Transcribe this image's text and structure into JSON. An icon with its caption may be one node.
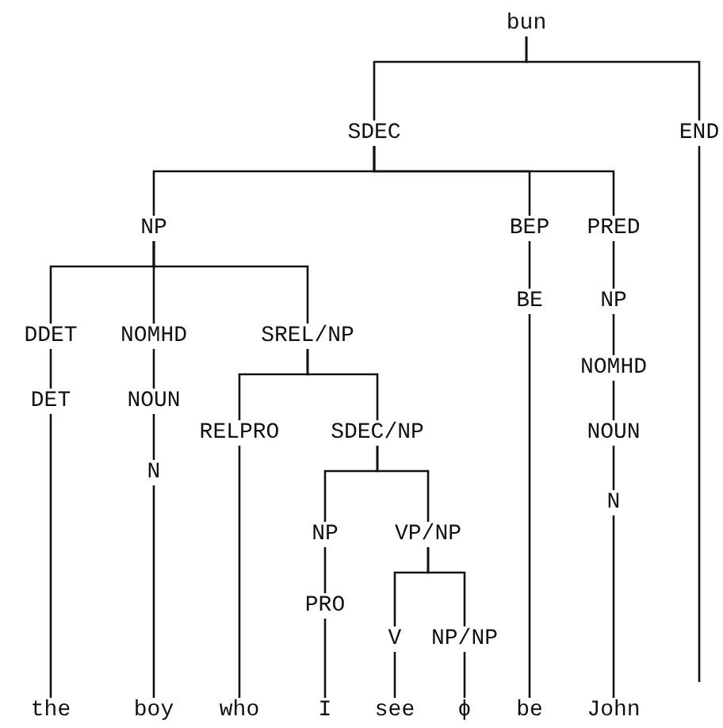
{
  "diagram": {
    "nodes": [
      {
        "text": [
          "bun"
        ]
      },
      {
        "text": [
          "SDEC"
        ]
      },
      {
        "text": [
          "END"
        ]
      },
      {
        "text": [
          "NP"
        ]
      },
      {
        "text": [
          "BEP"
        ]
      },
      {
        "text": [
          "PRED"
        ]
      },
      {
        "text": [
          "BE"
        ]
      },
      {
        "text": [
          "NP"
        ]
      },
      {
        "text": [
          "DDET"
        ]
      },
      {
        "text": [
          "NOMHD"
        ]
      },
      {
        "text": [
          "SREL/NP"
        ]
      },
      {
        "text": [
          "NOMHD"
        ]
      },
      {
        "text": [
          "DET"
        ]
      },
      {
        "text": [
          "NOUN"
        ]
      },
      {
        "text": [
          "RELPRO"
        ]
      },
      {
        "text": [
          "SDEC/NP"
        ]
      },
      {
        "text": [
          "NOUN"
        ]
      },
      {
        "text": [
          "N"
        ]
      },
      {
        "text": [
          "N"
        ]
      },
      {
        "text": [
          "NP"
        ]
      },
      {
        "text": [
          "VP/NP"
        ]
      },
      {
        "text": [
          "PRO"
        ]
      },
      {
        "text": [
          "V"
        ]
      },
      {
        "text": [
          "NP/NP"
        ]
      },
      {
        "text": [
          "the"
        ]
      },
      {
        "text": [
          "boy"
        ]
      },
      {
        "text": [
          "who"
        ]
      },
      {
        "text": [
          "I"
        ]
      },
      {
        "text": [
          "see"
        ]
      },
      {
        "text": [
          "ϕ"
        ]
      },
      {
        "text": [
          "be"
        ]
      },
      {
        "text": [
          "John"
        ]
      }
    ],
    "edges": [
      {
        "from": 0,
        "to": 1,
        "arrow": "none"
      },
      {
        "from": 0,
        "to": 2,
        "arrow": "none"
      },
      {
        "from": 1,
        "to": 3,
        "arrow": "none"
      },
      {
        "from": 1,
        "to": 4,
        "arrow": "none"
      },
      {
        "from": 1,
        "to": 5,
        "arrow": "none"
      },
      {
        "from": 2,
        "to": null,
        "arrow": "none"
      },
      {
        "from": 3,
        "to": 8,
        "arrow": "none"
      },
      {
        "from": 3,
        "to": 9,
        "arrow": "none"
      },
      {
        "from": 3,
        "to": 10,
        "arrow": "none"
      },
      {
        "from": 4,
        "to": 6,
        "arrow": "none"
      },
      {
        "from": 5,
        "to": 7,
        "arrow": "none"
      },
      {
        "from": 6,
        "to": 30,
        "arrow": "none"
      },
      {
        "from": 7,
        "to": 11,
        "arrow": "none"
      },
      {
        "from": 8,
        "to": 12,
        "arrow": "none"
      },
      {
        "from": 9,
        "to": 13,
        "arrow": "none"
      },
      {
        "from": 10,
        "to": 14,
        "arrow": "none"
      },
      {
        "from": 10,
        "to": 15,
        "arrow": "none"
      },
      {
        "from": 11,
        "to": 16,
        "arrow": "none"
      },
      {
        "from": 12,
        "to": 24,
        "arrow": "none"
      },
      {
        "from": 13,
        "to": 17,
        "arrow": "none"
      },
      {
        "from": 14,
        "to": 26,
        "arrow": "none"
      },
      {
        "from": 15,
        "to": 19,
        "arrow": "none"
      },
      {
        "from": 15,
        "to": 20,
        "arrow": "none"
      },
      {
        "from": 16,
        "to": 18,
        "arrow": "none"
      },
      {
        "from": 17,
        "to": 25,
        "arrow": "none"
      },
      {
        "from": 18,
        "to": 31,
        "arrow": "none"
      },
      {
        "from": 19,
        "to": 21,
        "arrow": "none"
      },
      {
        "from": 20,
        "to": 22,
        "arrow": "none"
      },
      {
        "from": 20,
        "to": 23,
        "arrow": "none"
      },
      {
        "from": 21,
        "to": 27,
        "arrow": "none"
      },
      {
        "from": 22,
        "to": 28,
        "arrow": "none"
      },
      {
        "from": 23,
        "to": 29,
        "arrow": "none"
      }
    ]
  }
}
